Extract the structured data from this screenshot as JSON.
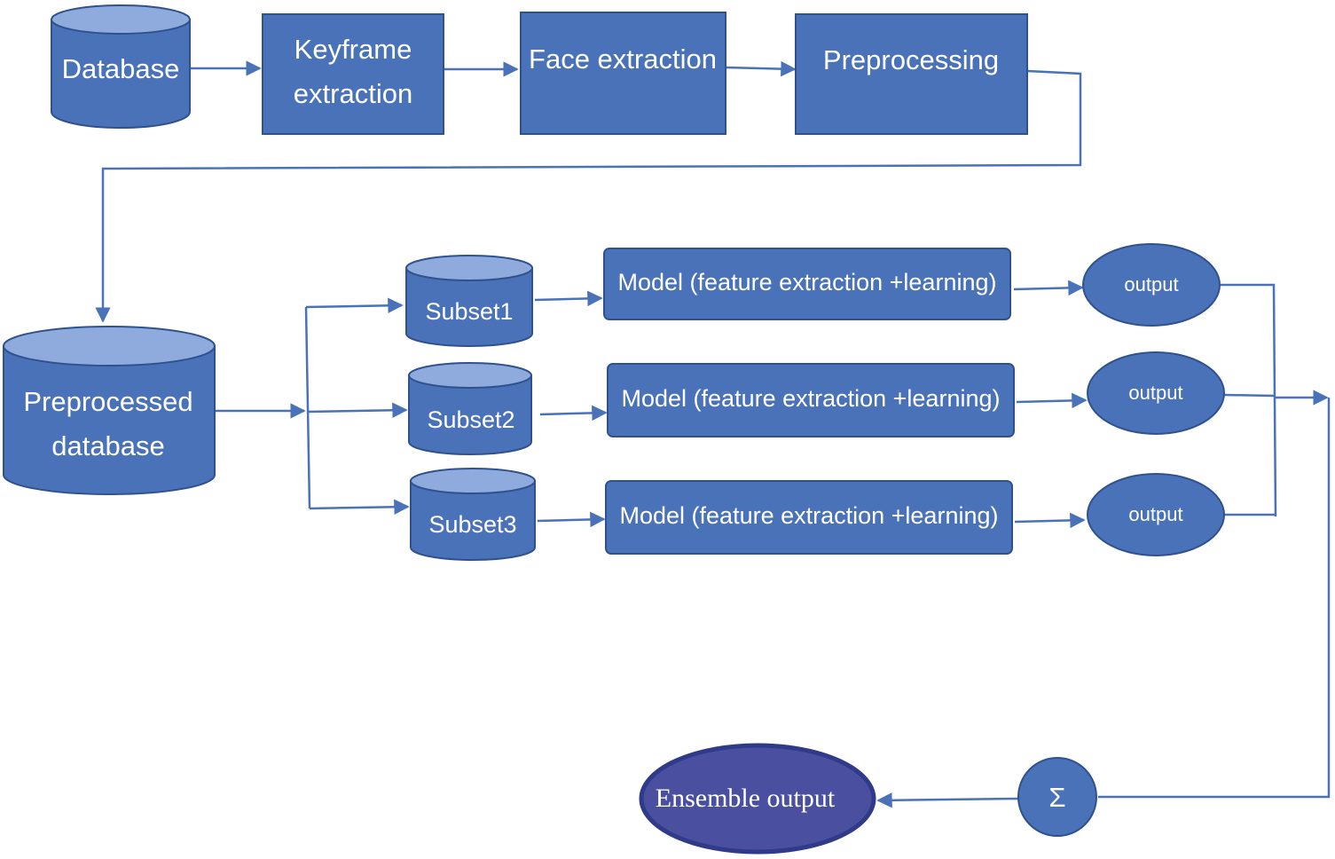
{
  "nodes": {
    "database": "Database",
    "keyframe_extraction": [
      "Keyframe",
      "extraction"
    ],
    "face_extraction": "Face extraction",
    "preprocessing": "Preprocessing",
    "preprocessed_database": [
      "Preprocessed",
      "database"
    ],
    "subsets": [
      "Subset1",
      "Subset2",
      "Subset3"
    ],
    "models": [
      "Model (feature extraction +learning)",
      "Model (feature extraction +learning)",
      "Model (feature extraction +learning)"
    ],
    "outputs": [
      "output",
      "output",
      "output"
    ],
    "sum_symbol": "Σ",
    "ensemble_output": "Ensemble output"
  },
  "colors": {
    "node_fill": "#4a72b8",
    "node_stroke": "#2f528f",
    "cylinder_top": "#8faadc",
    "ensemble_fill": "#4a4fa0",
    "text": "#ffffff",
    "edge": "#4a72b8"
  }
}
